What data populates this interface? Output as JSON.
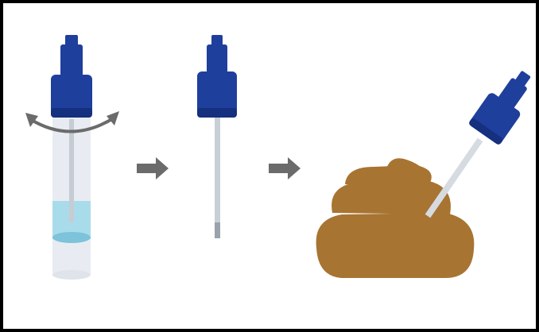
{
  "diagram": {
    "steps": [
      {
        "id": "twist-open-tube",
        "icon": "collection-tube-icon"
      },
      {
        "id": "withdraw-swab",
        "icon": "swab-stick-icon"
      },
      {
        "id": "sample-stool",
        "icon": "stool-sampling-icon"
      }
    ],
    "arrows": [
      "right-arrow-icon",
      "right-arrow-icon"
    ]
  },
  "colors": {
    "cap_blue": "#1e3f9c",
    "cap_dark": "#14307e",
    "tube_body": "#e7ebf1",
    "liquid": "#a9dcea",
    "liquid_surface": "#7dc3da",
    "stick": "#c9cfd6",
    "arrow_gray": "#6b6b6b",
    "stool_brown": "#a87432",
    "border": "#000000"
  }
}
